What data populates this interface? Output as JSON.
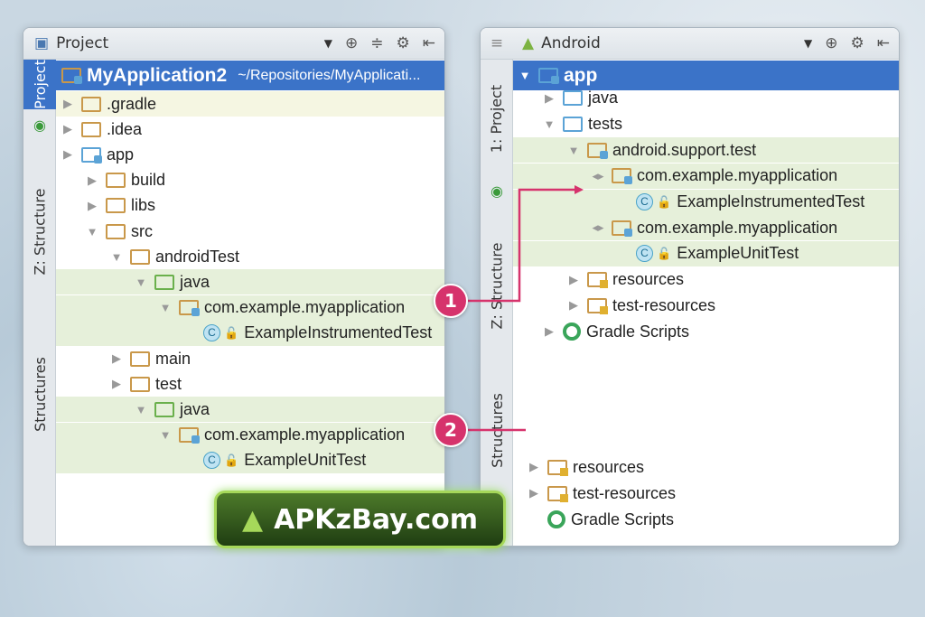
{
  "left": {
    "toolbar": {
      "title": "Project",
      "icons": [
        "project-icon",
        "dropdown-icon",
        "locate-icon",
        "collapse-icon",
        "gear-icon",
        "hide-icon"
      ]
    },
    "side_tabs": [
      "Project",
      "Z: Structure",
      "Structures"
    ],
    "root": {
      "name": "MyApplication2",
      "path": "~/Repositories/MyApplicati..."
    },
    "rows": [
      {
        "label": ".gradle",
        "level": 0,
        "arrow": "collapsed",
        "icon": "folder",
        "hl": "yellow"
      },
      {
        "label": ".idea",
        "level": 0,
        "arrow": "collapsed",
        "icon": "folder"
      },
      {
        "label": "app",
        "level": 0,
        "arrow": "collapsed",
        "icon": "module"
      },
      {
        "label": "build",
        "level": 1,
        "arrow": "collapsed",
        "icon": "folder"
      },
      {
        "label": "libs",
        "level": 1,
        "arrow": "collapsed",
        "icon": "folder"
      },
      {
        "label": "src",
        "level": 1,
        "arrow": "expanded",
        "icon": "folder"
      },
      {
        "label": "androidTest",
        "level": 2,
        "arrow": "expanded",
        "icon": "folder"
      },
      {
        "label": "java",
        "level": 3,
        "arrow": "expanded",
        "icon": "source",
        "hl": "green"
      },
      {
        "label": "com.example.myapplication",
        "level": 4,
        "arrow": "expanded",
        "icon": "package",
        "hl": "green"
      },
      {
        "label": "ExampleInstrumentedTest",
        "level": 5,
        "icon": "class",
        "hl": "green"
      },
      {
        "label": "main",
        "level": 2,
        "arrow": "collapsed",
        "icon": "folder"
      },
      {
        "label": "test",
        "level": 2,
        "arrow": "collapsed",
        "icon": "folder"
      },
      {
        "label": "java",
        "level": 3,
        "arrow": "expanded",
        "icon": "source",
        "hl": "green"
      },
      {
        "label": "com.example.myapplication",
        "level": 4,
        "arrow": "expanded",
        "icon": "package",
        "hl": "green"
      },
      {
        "label": "ExampleUnitTest",
        "level": 5,
        "icon": "class",
        "hl": "green"
      }
    ]
  },
  "right": {
    "toolbar": {
      "title": "Android",
      "icons": [
        "android-icon",
        "dropdown-icon",
        "locate-icon",
        "gear-icon",
        "hide-icon"
      ]
    },
    "side_tabs": [
      "1: Project",
      "Z: Structure",
      "Structures"
    ],
    "rows": [
      {
        "label": "app",
        "level": 0,
        "arrow": "expanded",
        "icon": "module",
        "selected": true
      },
      {
        "label": "java",
        "level": 1,
        "arrow": "collapsed",
        "icon": "folder-blue"
      },
      {
        "label": "tests",
        "level": 1,
        "arrow": "expanded",
        "icon": "folder-blue"
      },
      {
        "label": "android.support.test",
        "level": 2,
        "arrow": "expanded",
        "icon": "package",
        "hl": "green"
      },
      {
        "label": "com.example.myapplication",
        "level": 3,
        "arrow": "mixed",
        "icon": "package",
        "hl": "green"
      },
      {
        "label": "ExampleInstrumentedTest",
        "level": 4,
        "icon": "class",
        "hl": "green"
      },
      {
        "label": "com.example.myapplication",
        "level": 3,
        "arrow": "mixed",
        "icon": "package",
        "hl": "green"
      },
      {
        "label": "ExampleUnitTest",
        "level": 4,
        "icon": "class",
        "hl": "green"
      },
      {
        "label": "resources",
        "level": 2,
        "arrow": "collapsed",
        "icon": "resources"
      },
      {
        "label": "test-resources",
        "level": 2,
        "arrow": "collapsed",
        "icon": "resources"
      },
      {
        "label": "Gradle Scripts",
        "level": 1,
        "arrow": "collapsed",
        "icon": "gradle"
      }
    ],
    "rows2": [
      {
        "label": "resources",
        "level": 0,
        "arrow": "collapsed",
        "icon": "resources"
      },
      {
        "label": "test-resources",
        "level": 0,
        "arrow": "collapsed",
        "icon": "resources"
      },
      {
        "label": "Gradle Scripts",
        "level": 0,
        "icon": "gradle"
      }
    ]
  },
  "callouts": [
    "1",
    "2"
  ],
  "callout_color": "#d6336c",
  "logo": "APKzBay.com"
}
